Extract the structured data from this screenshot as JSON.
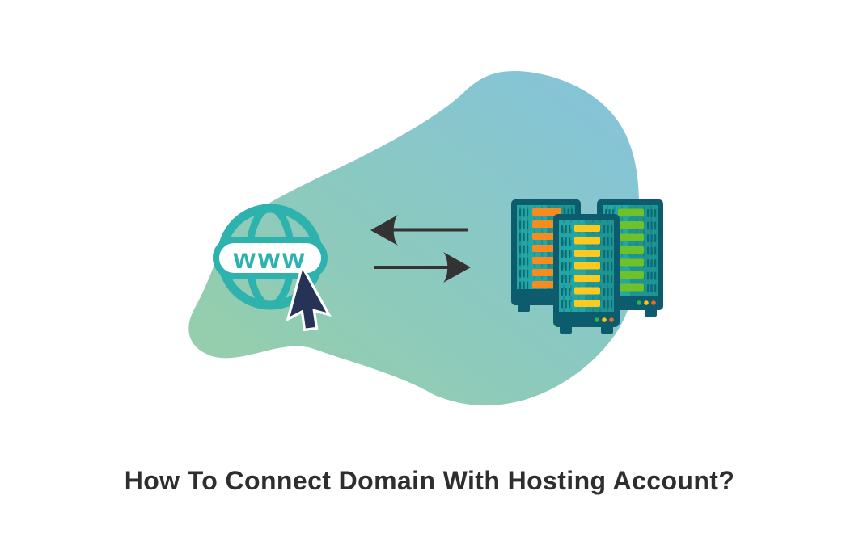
{
  "page": {
    "title": "How To Connect Domain With Hosting Account?"
  },
  "illustration": {
    "globe": {
      "icon": "globe-www-icon",
      "label": "www"
    },
    "cursor": {
      "icon": "mouse-cursor-icon"
    },
    "arrows": [
      {
        "icon": "arrow-left-icon",
        "direction": "left"
      },
      {
        "icon": "arrow-right-icon",
        "direction": "right"
      }
    ],
    "server_racks": [
      {
        "icon": "server-rack-icon",
        "position": "left",
        "bar_color": "orange",
        "bars": 7,
        "leds": 0
      },
      {
        "icon": "server-rack-icon",
        "position": "middle",
        "bar_color": "yellow",
        "bars": 7,
        "leds": 3
      },
      {
        "icon": "server-rack-icon",
        "position": "right",
        "bar_color": "green",
        "bars": 7,
        "leds": 3
      }
    ]
  },
  "colors": {
    "background": "#ffffff",
    "blob_green": "#98d0a6",
    "blob_teal": "#8bc9c0",
    "blob_blue": "#84c3dc",
    "globe_teal": "#2eb2ae",
    "pill_fill": "#ffffff",
    "cursor_navy": "#263256",
    "cursor_outline": "#ffffff",
    "arrow_dark": "#333333",
    "server_frame": "#0d5c6d",
    "server_body": "#23a6a4",
    "server_vent": "#0a6a75",
    "bar_orange": "#f68b1f",
    "bar_yellow": "#fcc921",
    "bar_green": "#6fc12a",
    "led_green": "#35b44a",
    "led_yellow": "#fdc511",
    "led_orange": "#f26a21",
    "title_color": "#2e2e2e"
  }
}
